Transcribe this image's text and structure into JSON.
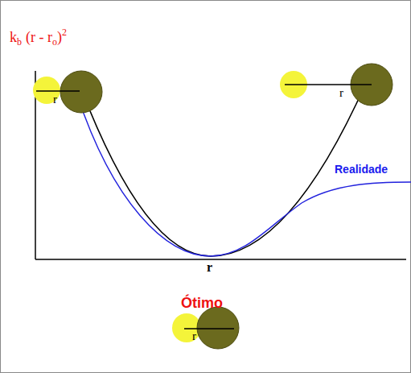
{
  "diagram": {
    "labels": [
      "k",
      "b",
      "(r - r",
      "o",
      ")",
      "2",
      "r",
      "r",
      "Realidade",
      "r",
      "Ótimo",
      "r"
    ]
  }
}
